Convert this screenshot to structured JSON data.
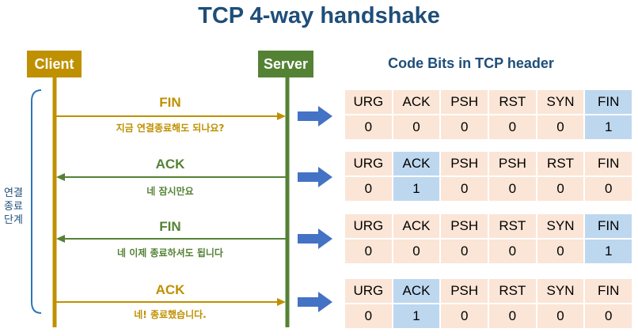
{
  "title": "TCP 4-way handshake",
  "client_label": "Client",
  "server_label": "Server",
  "phase_label": [
    "연결",
    "종료",
    "단계"
  ],
  "table_title": "Code Bits in TCP header",
  "messages": [
    {
      "label": "FIN",
      "note": "지금 연결종료해도 되나요?",
      "direction": "client-to-server"
    },
    {
      "label": "ACK",
      "note": "네 잠시만요",
      "direction": "server-to-client"
    },
    {
      "label": "FIN",
      "note": "네 이제 종료하셔도 됩니다",
      "direction": "server-to-client"
    },
    {
      "label": "ACK",
      "note": "네! 종료했습니다.",
      "direction": "client-to-server"
    }
  ],
  "tables": [
    {
      "headers": [
        "URG",
        "ACK",
        "PSH",
        "RST",
        "SYN",
        "FIN"
      ],
      "values": [
        "0",
        "0",
        "0",
        "0",
        "0",
        "1"
      ],
      "highlight": 5
    },
    {
      "headers": [
        "URG",
        "ACK",
        "PSH",
        "PSH",
        "RST",
        "FIN"
      ],
      "values": [
        "0",
        "1",
        "0",
        "0",
        "0",
        "0"
      ],
      "highlight": 1
    },
    {
      "headers": [
        "URG",
        "ACK",
        "PSH",
        "RST",
        "SYN",
        "FIN"
      ],
      "values": [
        "0",
        "0",
        "0",
        "0",
        "0",
        "1"
      ],
      "highlight": 5
    },
    {
      "headers": [
        "URG",
        "ACK",
        "PSH",
        "RST",
        "SYN",
        "FIN"
      ],
      "values": [
        "0",
        "1",
        "0",
        "0",
        "0",
        "0"
      ],
      "highlight": 1
    }
  ],
  "colors": {
    "title": "#1f4e79",
    "client": "#bf9000",
    "server": "#548235",
    "arrow_block": "#4472c4",
    "cell_bg": "#fbe5d6",
    "cell_highlight": "#bdd7ee",
    "bracket": "#2e75b6"
  }
}
